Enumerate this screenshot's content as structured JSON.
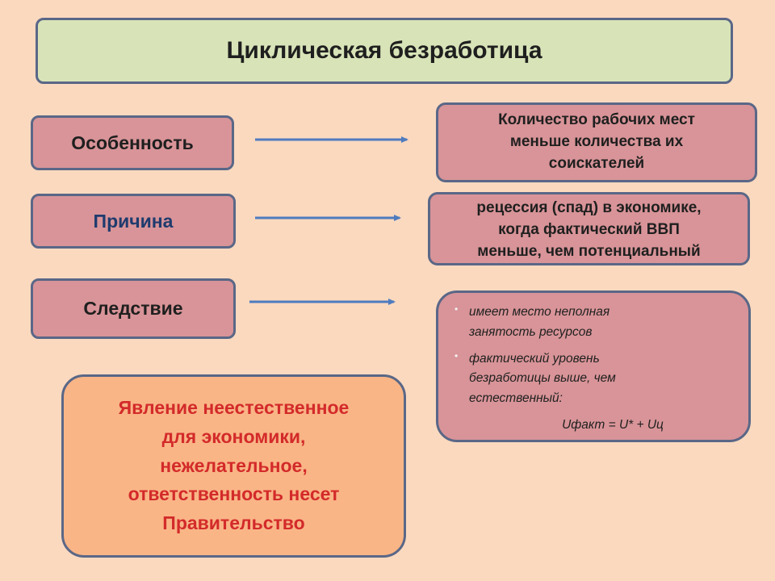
{
  "title": "Циклическая безработица",
  "rows": [
    {
      "label": "Особенность",
      "description_lines": [
        "Количество рабочих мест",
        "меньше количества их",
        "соискателей"
      ]
    },
    {
      "label": "Причина",
      "description_lines": [
        "рецессия (спад) в экономике,",
        "когда фактический ВВП",
        "меньше, чем потенциальный"
      ]
    },
    {
      "label": "Следствие",
      "bullets": [
        [
          "имеет место неполная",
          "занятость ресурсов"
        ],
        [
          "фактический уровень",
          "безработицы выше, чем",
          "естественный:"
        ]
      ],
      "formula": "Uфакт = U* + Uц"
    }
  ],
  "conclusion_lines": [
    "Явление неестественное",
    "для экономики,",
    "нежелательное,",
    "ответственность несет",
    "Правительство"
  ],
  "colors": {
    "background": "#fad9bf",
    "title_fill": "#d8e4b8",
    "box_fill": "#d89498",
    "conclusion_fill": "#f9b586",
    "border": "#5a6787",
    "arrow": "#4f7bbf",
    "conclusion_text": "#d32a2a",
    "label_accent_text": "#1f3b6e"
  }
}
